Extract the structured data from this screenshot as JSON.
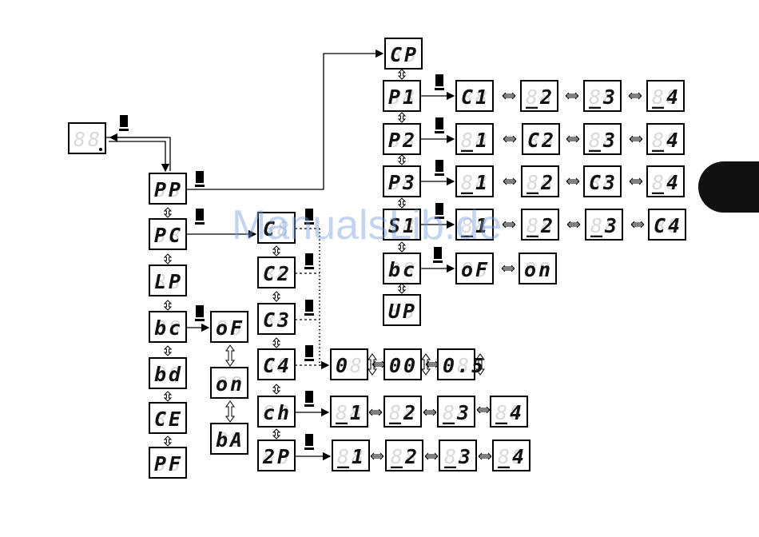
{
  "displays": [
    {
      "id": "start",
      "text": "",
      "ghost": "88",
      "dot": true
    },
    {
      "id": "pp",
      "text": "PP"
    },
    {
      "id": "pc",
      "text": "PC"
    },
    {
      "id": "lp",
      "text": "LP"
    },
    {
      "id": "bc-l",
      "text": "bc"
    },
    {
      "id": "bd",
      "text": "bd"
    },
    {
      "id": "ce",
      "text": "CE"
    },
    {
      "id": "pf",
      "text": "PF"
    },
    {
      "id": "of-l",
      "text": "oF"
    },
    {
      "id": "on-l",
      "text": "on"
    },
    {
      "id": "ba",
      "text": "bA"
    },
    {
      "id": "c1-m",
      "text": "C"
    },
    {
      "id": "c2-m",
      "text": "C2"
    },
    {
      "id": "c3-m",
      "text": "C3"
    },
    {
      "id": "c4-m",
      "text": "C4"
    },
    {
      "id": "ch",
      "text": "ch"
    },
    {
      "id": "2p",
      "text": "2P"
    },
    {
      "id": "v0",
      "text": " 0",
      "ghost": "8"
    },
    {
      "id": "v00",
      "text": "00"
    },
    {
      "id": "v05",
      "text": "0.5"
    },
    {
      "id": "ch1",
      "text": "_1"
    },
    {
      "id": "ch2",
      "text": "_2"
    },
    {
      "id": "ch3",
      "text": "_3"
    },
    {
      "id": "ch4",
      "text": "_4"
    },
    {
      "id": "2p1",
      "text": "_1"
    },
    {
      "id": "2p2",
      "text": "_2"
    },
    {
      "id": "2p3",
      "text": "_3"
    },
    {
      "id": "2p4",
      "text": "_4"
    },
    {
      "id": "cp",
      "text": "CP"
    },
    {
      "id": "p1",
      "text": "P1"
    },
    {
      "id": "p2",
      "text": "P2"
    },
    {
      "id": "p3",
      "text": "P3"
    },
    {
      "id": "s1",
      "text": "S1"
    },
    {
      "id": "bc-r",
      "text": "bc"
    },
    {
      "id": "up",
      "text": "UP"
    },
    {
      "id": "p1c1",
      "text": "C1"
    },
    {
      "id": "p1c2",
      "text": "_2"
    },
    {
      "id": "p1c3",
      "text": "_3"
    },
    {
      "id": "p1c4",
      "text": "_4"
    },
    {
      "id": "p2c1",
      "text": "_1"
    },
    {
      "id": "p2c2",
      "text": "C2"
    },
    {
      "id": "p2c3",
      "text": "_3"
    },
    {
      "id": "p2c4",
      "text": "_4"
    },
    {
      "id": "p3c1",
      "text": "_1"
    },
    {
      "id": "p3c2",
      "text": "_2"
    },
    {
      "id": "p3c3",
      "text": "C3"
    },
    {
      "id": "p3c4",
      "text": "_4"
    },
    {
      "id": "s1c1",
      "text": "_1"
    },
    {
      "id": "s1c2",
      "text": "_2"
    },
    {
      "id": "s1c3",
      "text": "_3"
    },
    {
      "id": "s1c4",
      "text": "C4"
    },
    {
      "id": "bc-of",
      "text": "oF"
    },
    {
      "id": "bc-on",
      "text": "on"
    }
  ],
  "watermark": "ManualsLib.de",
  "icons": {
    "button": "button-press-icon",
    "switch": "double-arrow-icon"
  },
  "colors": {
    "ink": "#000000",
    "ghost": "#d9d9d9",
    "tab": "#111111"
  }
}
